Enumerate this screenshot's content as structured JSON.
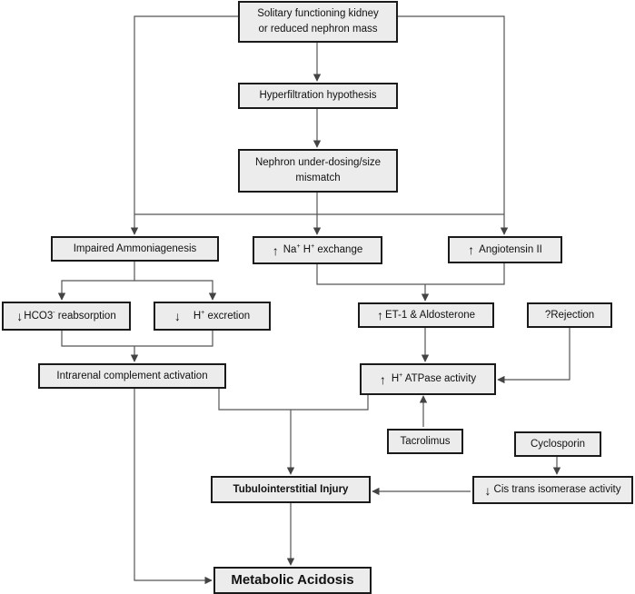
{
  "nodes": {
    "solitary_kidney": {
      "line1": "Solitary functioning kidney",
      "line2": "or reduced nephron mass"
    },
    "hyperfiltration": "Hyperfiltration hypothesis",
    "nephron_mismatch": {
      "line1": "Nephron under-dosing/size",
      "line2": "mismatch"
    },
    "impaired_ammoniagenesis": "Impaired Ammoniagenesis",
    "na_h_exchange": {
      "na": "Na",
      "sup1": "+",
      "h": "H",
      "sup2": "+",
      "rest": "exchange"
    },
    "angiotensin": "Angiotensin II",
    "hco3_reabsorption": {
      "pre": "HCO3",
      "sup": "-",
      "post": "reabsorption"
    },
    "h_excretion": {
      "pre": "H",
      "sup": "+",
      "post": "excretion"
    },
    "et1_aldosterone": "ET-1 & Aldosterone",
    "rejection": "?Rejection",
    "complement": "Intrarenal complement activation",
    "h_atpase": {
      "pre": "H",
      "sup": "+",
      "post": "ATPase activity"
    },
    "tacrolimus": "Tacrolimus",
    "cyclosporin": "Cyclosporin",
    "tubulointerstitial": "Tubulointerstitial Injury",
    "cis_trans": "Cis trans isomerase activity",
    "metabolic_acidosis": "Metabolic Acidosis"
  },
  "arrows": {
    "up": "↑",
    "down": "↓"
  },
  "colors": {
    "box_fill": "#ececec",
    "border": "#1a1a1a",
    "line": "#555555"
  }
}
